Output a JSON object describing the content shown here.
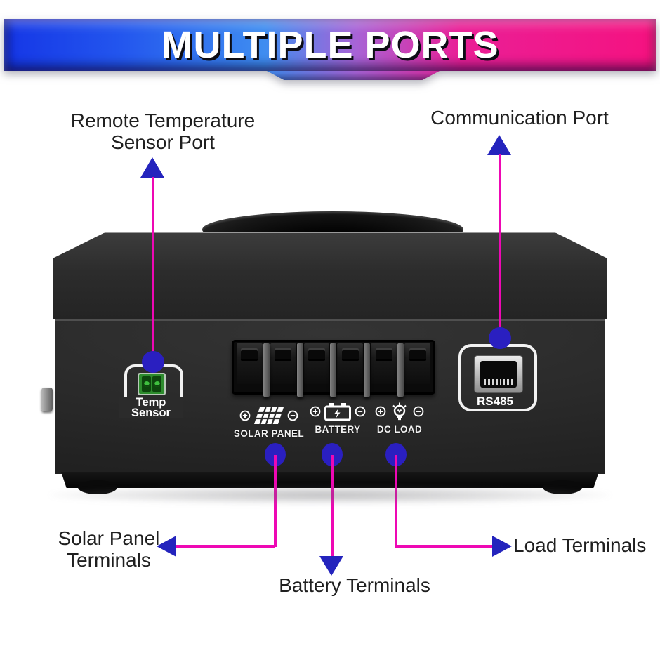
{
  "banner": {
    "title": "MULTIPLE PORTS"
  },
  "colors": {
    "banner_gradient_left": "#1536e6",
    "banner_gradient_right": "#f51280",
    "line_magenta": "#ee08b4",
    "arrow_blue": "#2424bd",
    "dot_blue": "#2a1fc0",
    "label_text": "#1f1f1f"
  },
  "callouts": {
    "remote_temp": {
      "line1": "Remote Temperature",
      "line2": "Sensor Port"
    },
    "communication": {
      "label": "Communication Port"
    },
    "solar": {
      "line1": "Solar Panel",
      "line2": "Terminals"
    },
    "battery": {
      "label": "Battery Terminals"
    },
    "load": {
      "label": "Load Terminals"
    }
  },
  "device": {
    "temp_port": {
      "line1": "Temp",
      "line2": "Sensor"
    },
    "rs485_port": {
      "label": "RS485"
    },
    "groups": [
      {
        "id": "solar-panel",
        "label": "SOLAR PANEL",
        "icon": "solar-panel-icon"
      },
      {
        "id": "battery",
        "label": "BATTERY",
        "icon": "battery-icon"
      },
      {
        "id": "dc-load",
        "label": "DC LOAD",
        "icon": "bulb-icon"
      }
    ],
    "terminal_count": 6
  }
}
